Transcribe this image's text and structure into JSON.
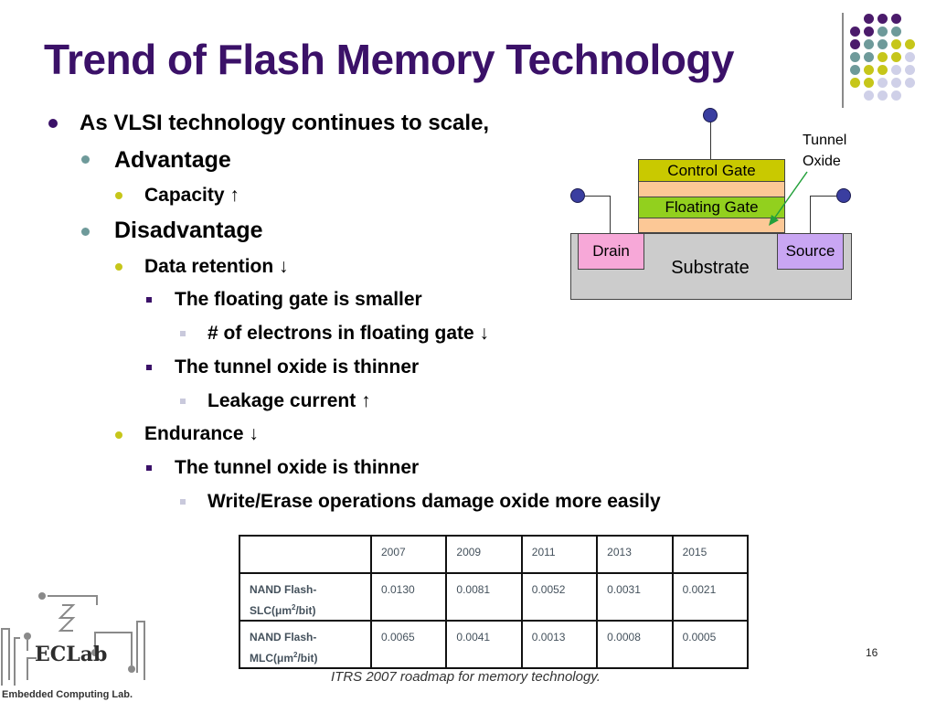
{
  "slide": {
    "title": "Trend of Flash Memory Technology",
    "page_number": "16",
    "accent_color": "#3b1168",
    "bullet_colors": {
      "level1": "#3b1168",
      "level2": "#6e9a9a",
      "level3": "#c6c61a"
    }
  },
  "bullets": [
    {
      "text": "As VLSI technology continues to scale,"
    },
    {
      "text": "Advantage"
    },
    {
      "text": "Capacity ↑"
    },
    {
      "text": "Disadvantage"
    },
    {
      "text": "Data retention ↓"
    },
    {
      "text": "The floating gate is smaller"
    },
    {
      "text": "# of electrons in floating gate ↓"
    },
    {
      "text": "The tunnel oxide is thinner"
    },
    {
      "text": "Leakage current  ↑"
    },
    {
      "text": "Endurance ↓"
    },
    {
      "text": "The tunnel oxide is thinner"
    },
    {
      "text": "Write/Erase operations damage oxide more easily"
    }
  ],
  "diagram": {
    "control_gate": "Control Gate",
    "floating_gate": "Floating Gate",
    "drain": "Drain",
    "source": "Source",
    "substrate": "Substrate",
    "tunnel_oxide": "Tunnel Oxide"
  },
  "table": {
    "header": [
      "",
      "2007",
      "2009",
      "2011",
      "2013",
      "2015"
    ],
    "rows": [
      {
        "label": "NAND Flash-SLC(μm²/bit)",
        "values": [
          "0.0130",
          "0.0081",
          "0.0052",
          "0.0031",
          "0.0021"
        ]
      },
      {
        "label": "NAND Flash-MLC(μm²/bit)",
        "values": [
          "0.0065",
          "0.0041",
          "0.0013",
          "0.0008",
          "0.0005"
        ]
      }
    ],
    "caption": "ITRS 2007 roadmap for memory technology."
  },
  "logo": {
    "name": "ECLab",
    "subtitle": "Embedded Computing Lab."
  }
}
